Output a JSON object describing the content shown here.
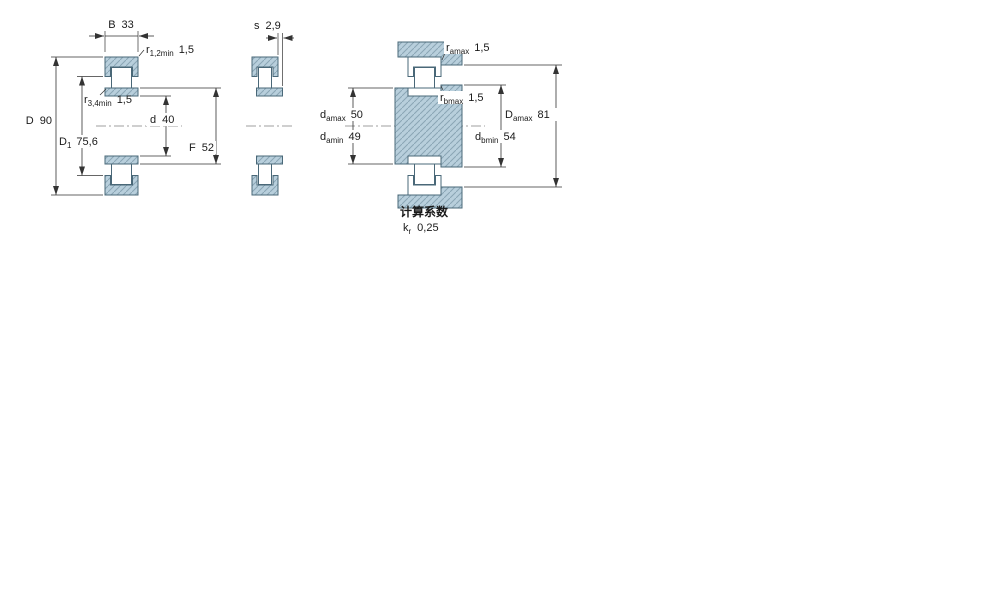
{
  "figure": {
    "left": {
      "B": {
        "label": "B",
        "value": "33"
      },
      "r12": {
        "label": "r",
        "sub": "1,2min",
        "value": "1,5"
      },
      "r34": {
        "label": "r",
        "sub": "3,4min",
        "value": "1,5"
      },
      "d": {
        "label": "d",
        "value": "40"
      },
      "D": {
        "label": "D",
        "value": "90"
      },
      "D1": {
        "label": "D",
        "sub": "1",
        "value": "75,6"
      },
      "F": {
        "label": "F",
        "value": "52"
      }
    },
    "middle": {
      "s": {
        "label": "s",
        "value": "2,9"
      }
    },
    "right": {
      "ra": {
        "label": "r",
        "sub": "amax",
        "value": "1,5"
      },
      "rb": {
        "label": "r",
        "sub": "bmax",
        "value": "1,5"
      },
      "damax": {
        "label": "d",
        "sub": "amax",
        "value": "50"
      },
      "damin": {
        "label": "d",
        "sub": "amin",
        "value": "49"
      },
      "Damax": {
        "label": "D",
        "sub": "amax",
        "value": "81"
      },
      "dbmin": {
        "label": "d",
        "sub": "bmin",
        "value": "54"
      }
    },
    "footer": {
      "title": "计算系数",
      "kr": {
        "label": "k",
        "sub": "r",
        "value": "0,25"
      }
    }
  },
  "colors": {
    "section_fill": "#b8cfdc",
    "hatch_line": "#8aa5b4",
    "part_outline": "#4a6878",
    "dimension_line": "#333333",
    "background": "#ffffff"
  }
}
